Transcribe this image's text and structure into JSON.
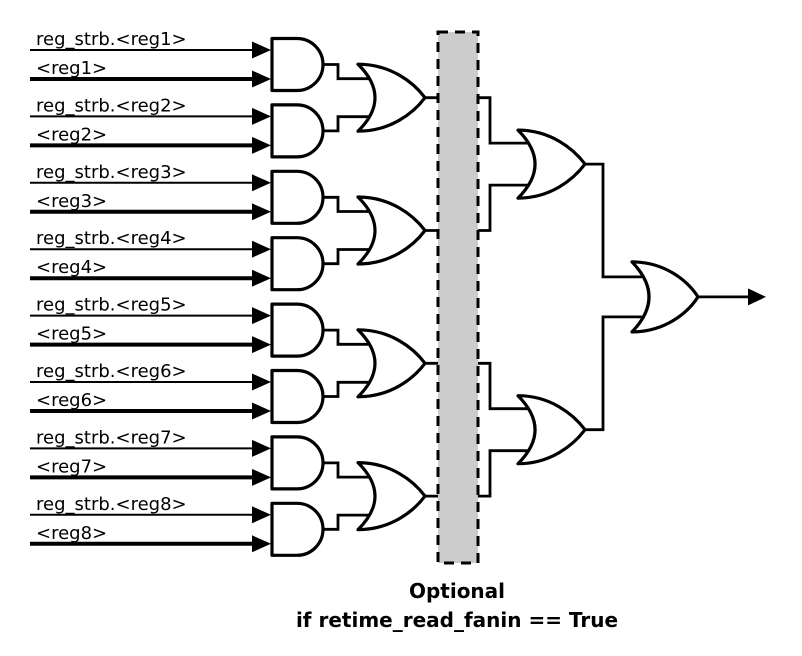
{
  "diagram": {
    "inputs": [
      {
        "strobe": "reg_strb.<reg1>",
        "value": "<reg1>"
      },
      {
        "strobe": "reg_strb.<reg2>",
        "value": "<reg2>"
      },
      {
        "strobe": "reg_strb.<reg3>",
        "value": "<reg3>"
      },
      {
        "strobe": "reg_strb.<reg4>",
        "value": "<reg4>"
      },
      {
        "strobe": "reg_strb.<reg5>",
        "value": "<reg5>"
      },
      {
        "strobe": "reg_strb.<reg6>",
        "value": "<reg6>"
      },
      {
        "strobe": "reg_strb.<reg7>",
        "value": "<reg7>"
      },
      {
        "strobe": "reg_strb.<reg8>",
        "value": "<reg8>"
      }
    ],
    "caption": {
      "line1": "Optional",
      "line2": "if retime_read_fanin == True"
    },
    "colors": {
      "stroke": "#000000",
      "optional_fill": "#cccccc",
      "background": "#ffffff"
    }
  }
}
